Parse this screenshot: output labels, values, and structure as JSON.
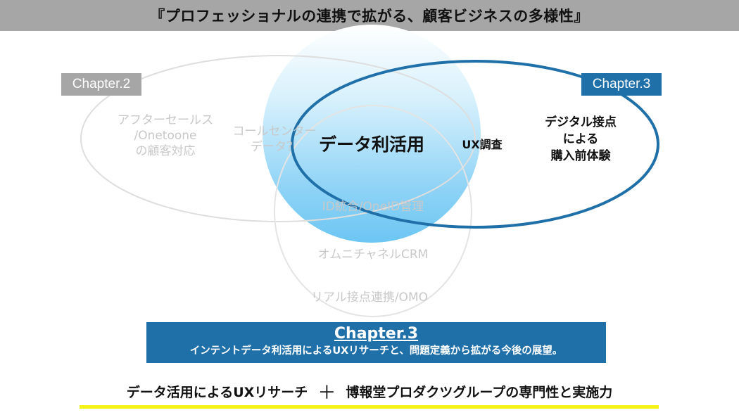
{
  "header": {
    "title": "『プロフェッショナルの連携で拡がる、顧客ビジネスの多様性』"
  },
  "labels": {
    "chapter2": "Chapter.2",
    "chapter3": "Chapter.3"
  },
  "left_ellipse": {
    "lines": [
      "アフターセールス",
      "/Onetoone",
      "の顧客対応"
    ]
  },
  "callcenter": {
    "lines": [
      "コールセンター",
      "データ？"
    ]
  },
  "center_circle": {
    "title": "データ利活用"
  },
  "ux_research": "UX調査",
  "right_ellipse": {
    "lines": [
      "デジタル接点",
      "による",
      "購入前体験"
    ]
  },
  "lower_items": {
    "id_integration": "ID統合/OneID管理",
    "omnichannel": "オムニチャネルCRM",
    "omo": "リアル接点連携/OMO"
  },
  "chapter_box": {
    "title": "Chapter.3",
    "subtitle": "インテントデータ利活用によるUXリサーチと、問題定義から拡がる今後の展望。"
  },
  "tagline": {
    "left": "データ活用によるUXリサーチ",
    "plus": "＋",
    "right": "博報堂プロダクツグループの専門性と実施力"
  },
  "colors": {
    "accent_blue": "#1f6fa8",
    "gray": "#a6a6a6",
    "highlight": "#f5f21a"
  }
}
